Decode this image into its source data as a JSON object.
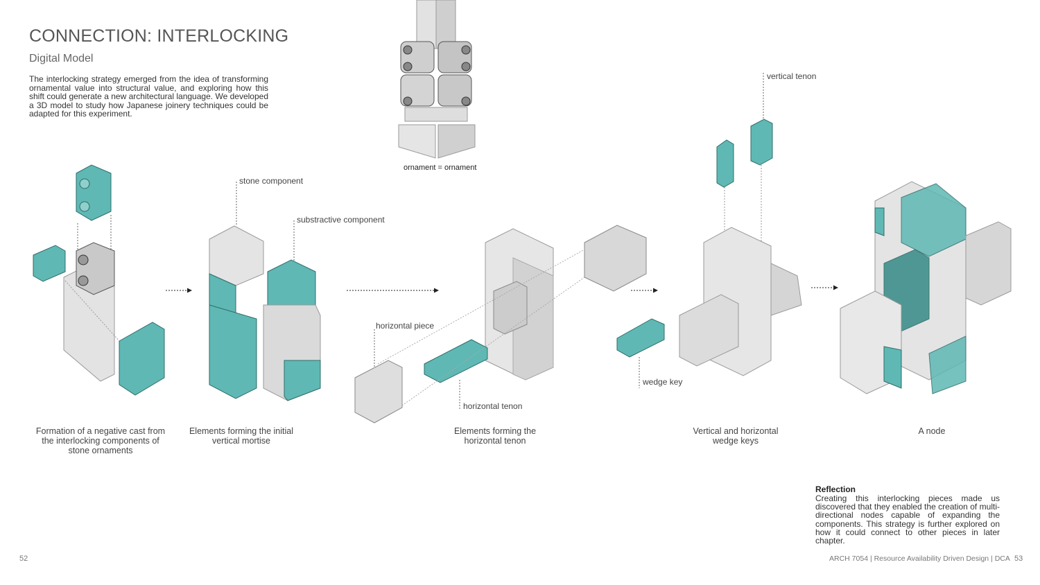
{
  "header": {
    "title": "CONNECTION: INTERLOCKING",
    "subtitle": "Digital Model",
    "intro": "The interlocking strategy emerged from the idea of transforming ornamental value into structural value, and exploring how this shift could generate a new architectural language. We developed a 3D model to study how Japanese joinery techniques could be adapted for this experiment."
  },
  "labels": {
    "ornament": "ornament = ornament",
    "stone_component": "stone component",
    "substractive_component": "substractive component",
    "horizontal_piece": "horizontal piece",
    "horizontal_tenon": "horizontal tenon",
    "vertical_tenon": "vertical tenon",
    "wedge_key": "wedge key"
  },
  "captions": [
    "Formation of a negative cast from the interlocking components of stone ornaments",
    "Elements forming the initial vertical mortise",
    "Elements forming the horizontal tenon",
    "Vertical and horizontal wedge keys",
    "A node"
  ],
  "reflection": {
    "title": "Reflection",
    "body": "Creating this interlocking pieces made us discovered that they enabled the creation of multi-directional nodes capable of expanding the components. This strategy is further explored on how it could connect to other pieces in later chapter."
  },
  "footer": {
    "page_left": "52",
    "course": "ARCH 7054 | Resource Availability Driven Design | DCA",
    "page_right": "53"
  },
  "colors": {
    "teal": "#5fb8b4",
    "teal_dark": "#3f8f8c",
    "stone": "#d9d9d9",
    "stone_dark": "#b5b5b5"
  }
}
